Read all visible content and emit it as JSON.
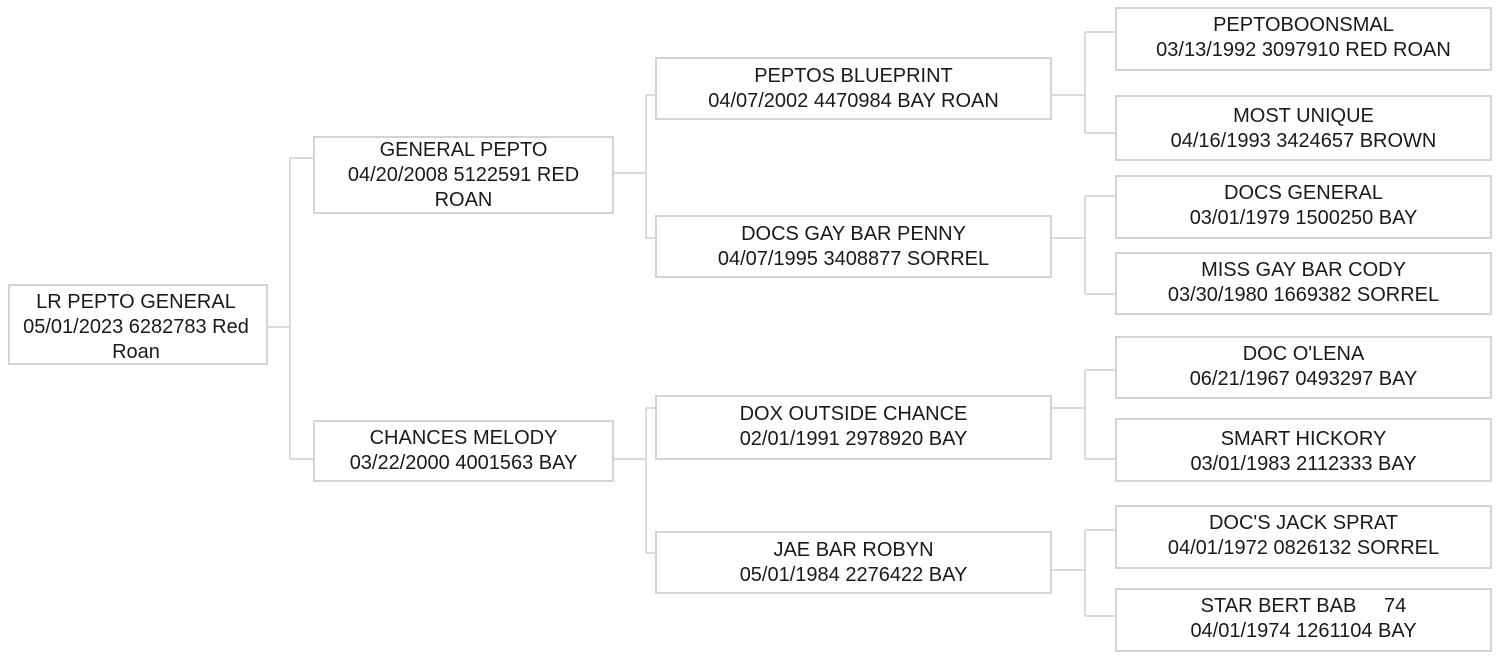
{
  "pedigree": {
    "subject": {
      "name": "LR PEPTO GENERAL",
      "details": "05/01/2023 6282783 Red",
      "details2": "Roan"
    },
    "sire": {
      "name": "GENERAL PEPTO",
      "details": "04/20/2008 5122591 RED",
      "details2": "ROAN"
    },
    "dam": {
      "name": "CHANCES MELODY",
      "details": "03/22/2000 4001563 BAY"
    },
    "sire_sire": {
      "name": "PEPTOS BLUEPRINT",
      "details": "04/07/2002 4470984 BAY ROAN"
    },
    "sire_dam": {
      "name": "DOCS GAY BAR PENNY",
      "details": "04/07/1995 3408877 SORREL"
    },
    "dam_sire": {
      "name": "DOX OUTSIDE CHANCE",
      "details": "02/01/1991 2978920 BAY"
    },
    "dam_dam": {
      "name": "JAE BAR ROBYN",
      "details": "05/01/1984 2276422 BAY"
    },
    "sire_sire_sire": {
      "name": "PEPTOBOONSMAL",
      "details": "03/13/1992 3097910 RED ROAN"
    },
    "sire_sire_dam": {
      "name": "MOST UNIQUE",
      "details": "04/16/1993 3424657 BROWN"
    },
    "sire_dam_sire": {
      "name": "DOCS GENERAL",
      "details": "03/01/1979 1500250 BAY"
    },
    "sire_dam_dam": {
      "name": "MISS GAY BAR CODY",
      "details": "03/30/1980 1669382 SORREL"
    },
    "dam_sire_sire": {
      "name": "DOC O'LENA",
      "details": "06/21/1967 0493297 BAY"
    },
    "dam_sire_dam": {
      "name": "SMART HICKORY",
      "details": "03/01/1983 2112333 BAY"
    },
    "dam_dam_sire": {
      "name": "DOC'S JACK SPRAT",
      "details": "04/01/1972 0826132 SORREL"
    },
    "dam_dam_dam": {
      "name": "STAR BERT BAB     74",
      "details": "04/01/1974 1261104 BAY"
    }
  },
  "colors": {
    "border": "#d4d4d4",
    "connector": "#cfcfcf",
    "text": "#1a1a1a",
    "background": "#ffffff"
  }
}
